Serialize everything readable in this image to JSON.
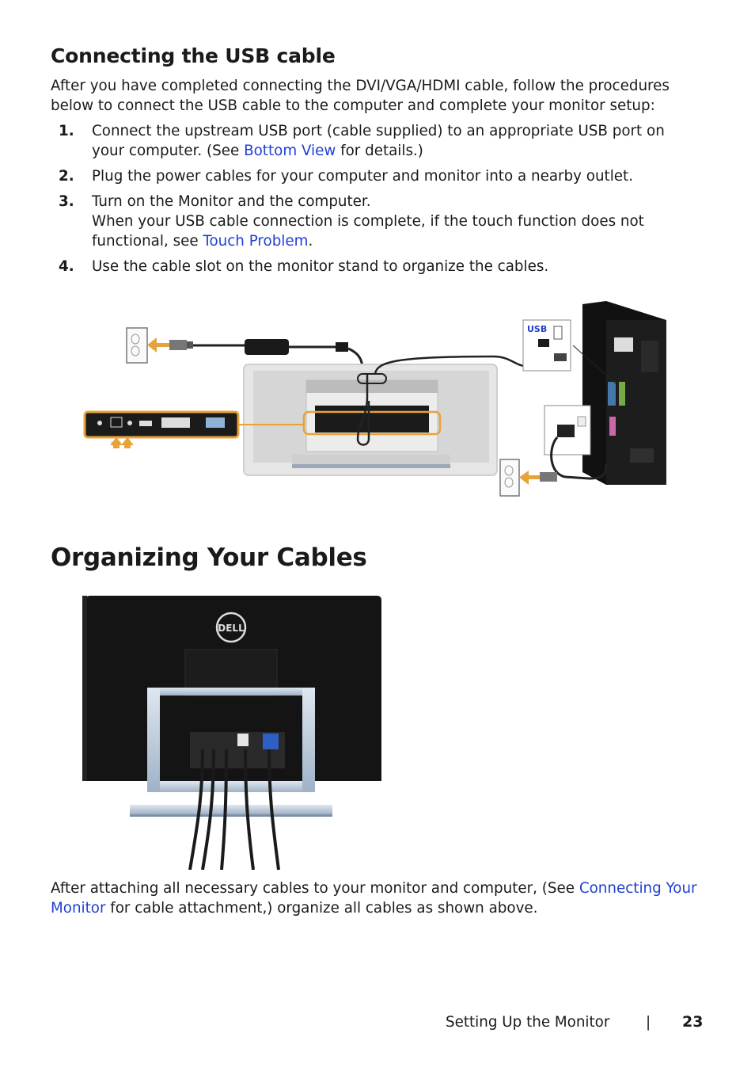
{
  "usb_section": {
    "heading": "Connecting the USB cable",
    "intro_line1": "After you have completed connecting the DVI/VGA/HDMI cable, follow the procedures",
    "intro_line2": "below to connect the USB cable to the computer and complete your monitor setup:",
    "steps": [
      {
        "number": "1.",
        "line1": "Connect the upstream USB port (cable supplied) to an appropriate USB port on",
        "line2_pre": "your computer. (See ",
        "link": "Bottom View",
        "line2_post": " for details.)"
      },
      {
        "number": "2.",
        "text": "Plug the power cables for your computer and monitor into a nearby outlet."
      },
      {
        "number": "3.",
        "line1": "Turn on the Monitor and the computer.",
        "line2": "When your USB cable connection is complete, if the touch function does not",
        "line3_pre": "functional, see ",
        "link": "Touch Problem",
        "line3_post": "."
      },
      {
        "number": "4.",
        "text": "Use the cable slot on the monitor stand to organize the cables."
      }
    ],
    "figure_usb_label": "USB"
  },
  "cables_section": {
    "heading": "Organizing Your Cables",
    "logo_text": "DELL",
    "body_pre": "After attaching all necessary cables to your monitor and computer, (See ",
    "link_line1": "Connecting Your",
    "link_line2": "Monitor",
    "body_post": " for cable attachment,) organize all cables as shown above."
  },
  "footer": {
    "section_title": "Setting Up the Monitor",
    "separator": "|",
    "page_number": "23"
  },
  "colors": {
    "link": "#1f3fd1",
    "highlight_orange": "#e8a23a"
  }
}
